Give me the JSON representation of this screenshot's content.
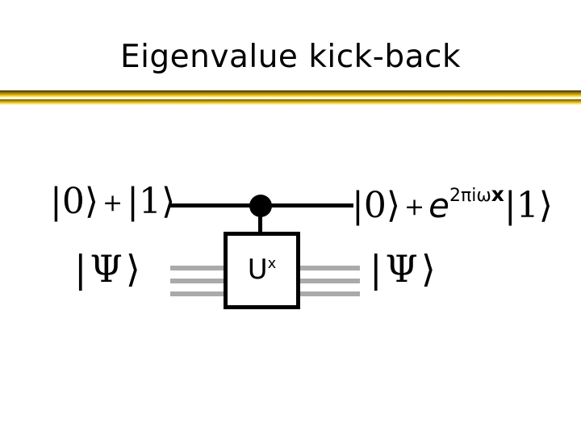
{
  "slide": {
    "title": "Eigenvalue kick-back",
    "background_color": "#ffffff",
    "text_color": "#000000",
    "rule_colors": {
      "dark_gold": "#6b5200",
      "mid_gold": "#d3a70a",
      "light_yellow": "#ffffcc"
    }
  },
  "circuit": {
    "control_register": {
      "input_state": {
        "ket_zero_open": "|",
        "ket_zero_value": "0",
        "ket_zero_close": "⟩",
        "operator": "+",
        "ket_one_open": "|",
        "ket_one_value": "1",
        "ket_one_close": "⟩",
        "full_text": "|0⟩ + |1⟩"
      },
      "output_state": {
        "ket_zero_open": "|",
        "ket_zero_value": "0",
        "ket_zero_close": "⟩",
        "operator": "+",
        "phase_base": "e",
        "phase_exponent": "2πiω",
        "phase_exponent_variable": "x",
        "ket_one_open": "|",
        "ket_one_value": "1",
        "ket_one_close": "⟩",
        "full_text": "|0⟩ + e^{2πiωx} |1⟩"
      }
    },
    "target_register": {
      "input_state": {
        "ket_open": "|",
        "ket_value": "Ψ",
        "ket_close": "⟩",
        "full_text": "|Ψ⟩"
      },
      "output_state": {
        "ket_open": "|",
        "ket_value": "Ψ",
        "ket_close": "⟩",
        "full_text": "|Ψ⟩"
      },
      "bus_line_count": 3,
      "bus_color": "#aaaaaa"
    },
    "gate": {
      "label_base": "U",
      "label_exponent": "x",
      "full_label": "U^x",
      "border_color": "#000000",
      "fill_color": "#ffffff"
    },
    "control": {
      "dot_color": "#000000",
      "wire_color": "#000000"
    }
  }
}
